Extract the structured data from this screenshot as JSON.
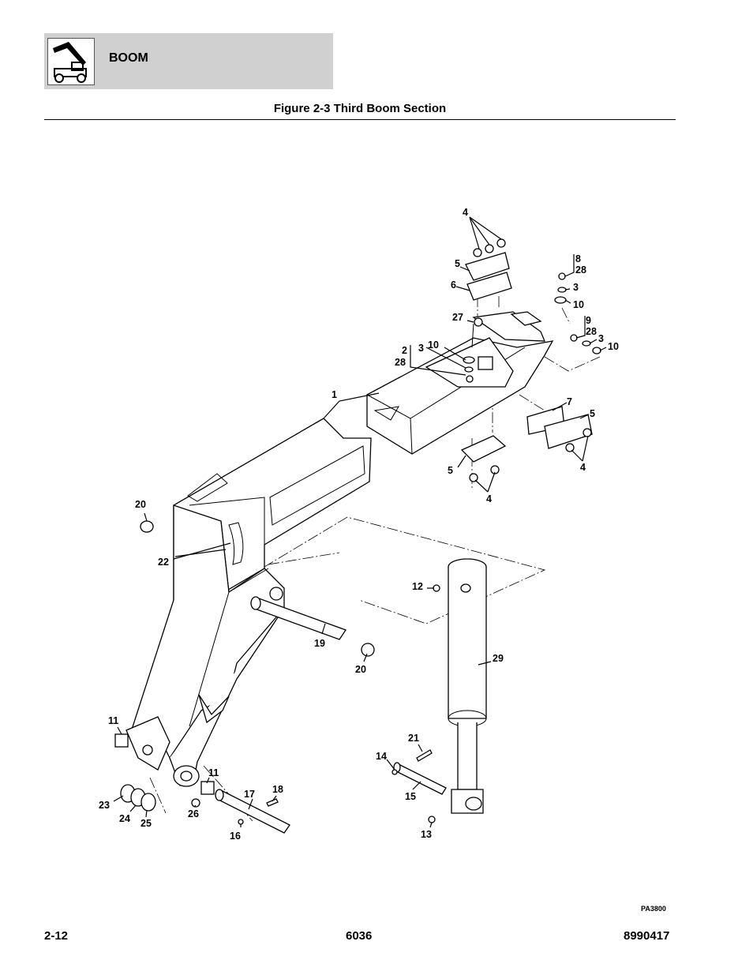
{
  "header": {
    "section": "BOOM",
    "logo_icon": "telehandler-boom-icon"
  },
  "figure": {
    "title": "Figure 2-3 Third Boom Section",
    "drawing_id": "PA3800"
  },
  "callouts": {
    "c1": "1",
    "c2": "2",
    "c3a": "3",
    "c3b": "3",
    "c3c": "3",
    "c4a": "4",
    "c4b": "4",
    "c4c": "4",
    "c5a": "5",
    "c5b": "5",
    "c5c": "5",
    "c6": "6",
    "c7": "7",
    "c8": "8",
    "c9": "9",
    "c10a": "10",
    "c10b": "10",
    "c10c": "10",
    "c11a": "11",
    "c11b": "11",
    "c12": "12",
    "c13": "13",
    "c14": "14",
    "c15": "15",
    "c16": "16",
    "c17": "17",
    "c18": "18",
    "c19": "19",
    "c20a": "20",
    "c20b": "20",
    "c21": "21",
    "c22": "22",
    "c23": "23",
    "c24": "24",
    "c25": "25",
    "c26": "26",
    "c27": "27",
    "c28a": "28",
    "c28b": "28",
    "c28c": "28",
    "c29": "29"
  },
  "footer": {
    "page": "2-12",
    "model": "6036",
    "part_number": "8990417"
  }
}
